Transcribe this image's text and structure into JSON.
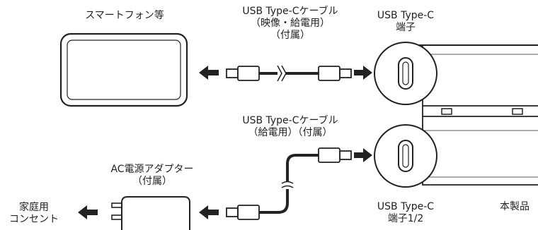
{
  "labels": {
    "smartphone": "スマートフォン等",
    "cable_top_line1": "USB Type-Cケーブル",
    "cable_top_line2": "（映像・給電用）",
    "cable_top_line3": "（付属）",
    "port_top_line1": "USB Type-C",
    "port_top_line2": "端子",
    "cable_bottom_line1": "USB Type-Cケーブル",
    "cable_bottom_line2": "（給電用）（付属）",
    "adapter_line1": "AC電源アダプター",
    "adapter_line2": "（付属）",
    "outlet_line1": "家庭用",
    "outlet_line2": "コンセント",
    "port_bottom_line1": "USB Type-C",
    "port_bottom_line2": "端子1/2",
    "product": "本製品"
  }
}
